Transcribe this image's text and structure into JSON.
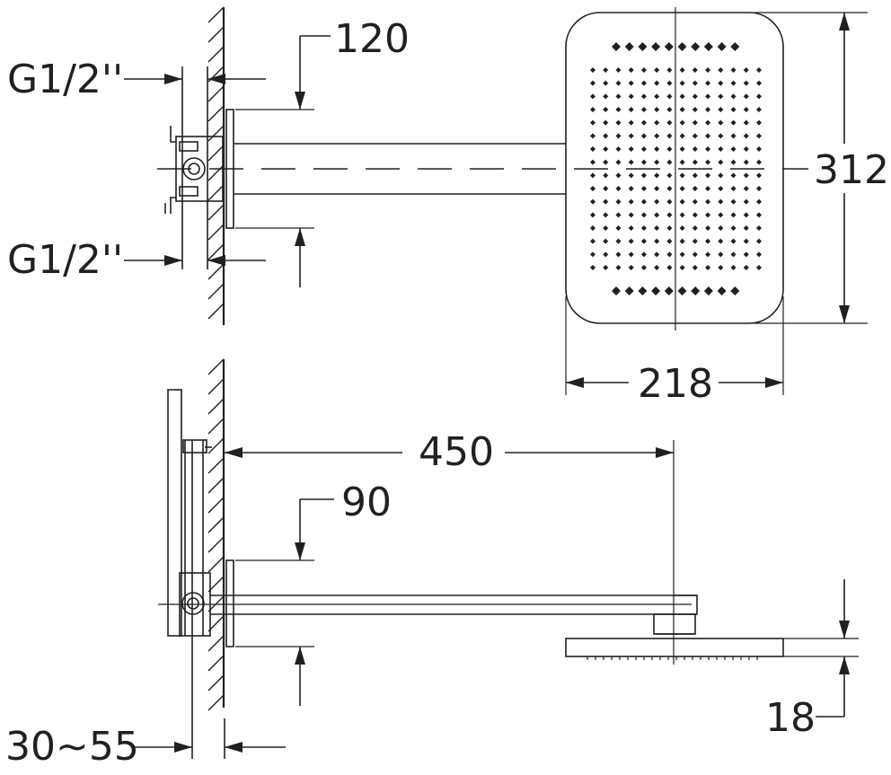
{
  "dimensions": {
    "inlet_top": "G1/2''",
    "inlet_bottom": "G1/2''",
    "offset_top_view": "120",
    "head_height": "312",
    "head_width": "218",
    "arm_length": "450",
    "offset_side_view": "90",
    "head_thickness": "18",
    "wall_depth": "30~55"
  },
  "nozzles": {
    "edge_rows": 2,
    "edge_cols": 10,
    "grid_rows": 16,
    "grid_cols": 14
  }
}
